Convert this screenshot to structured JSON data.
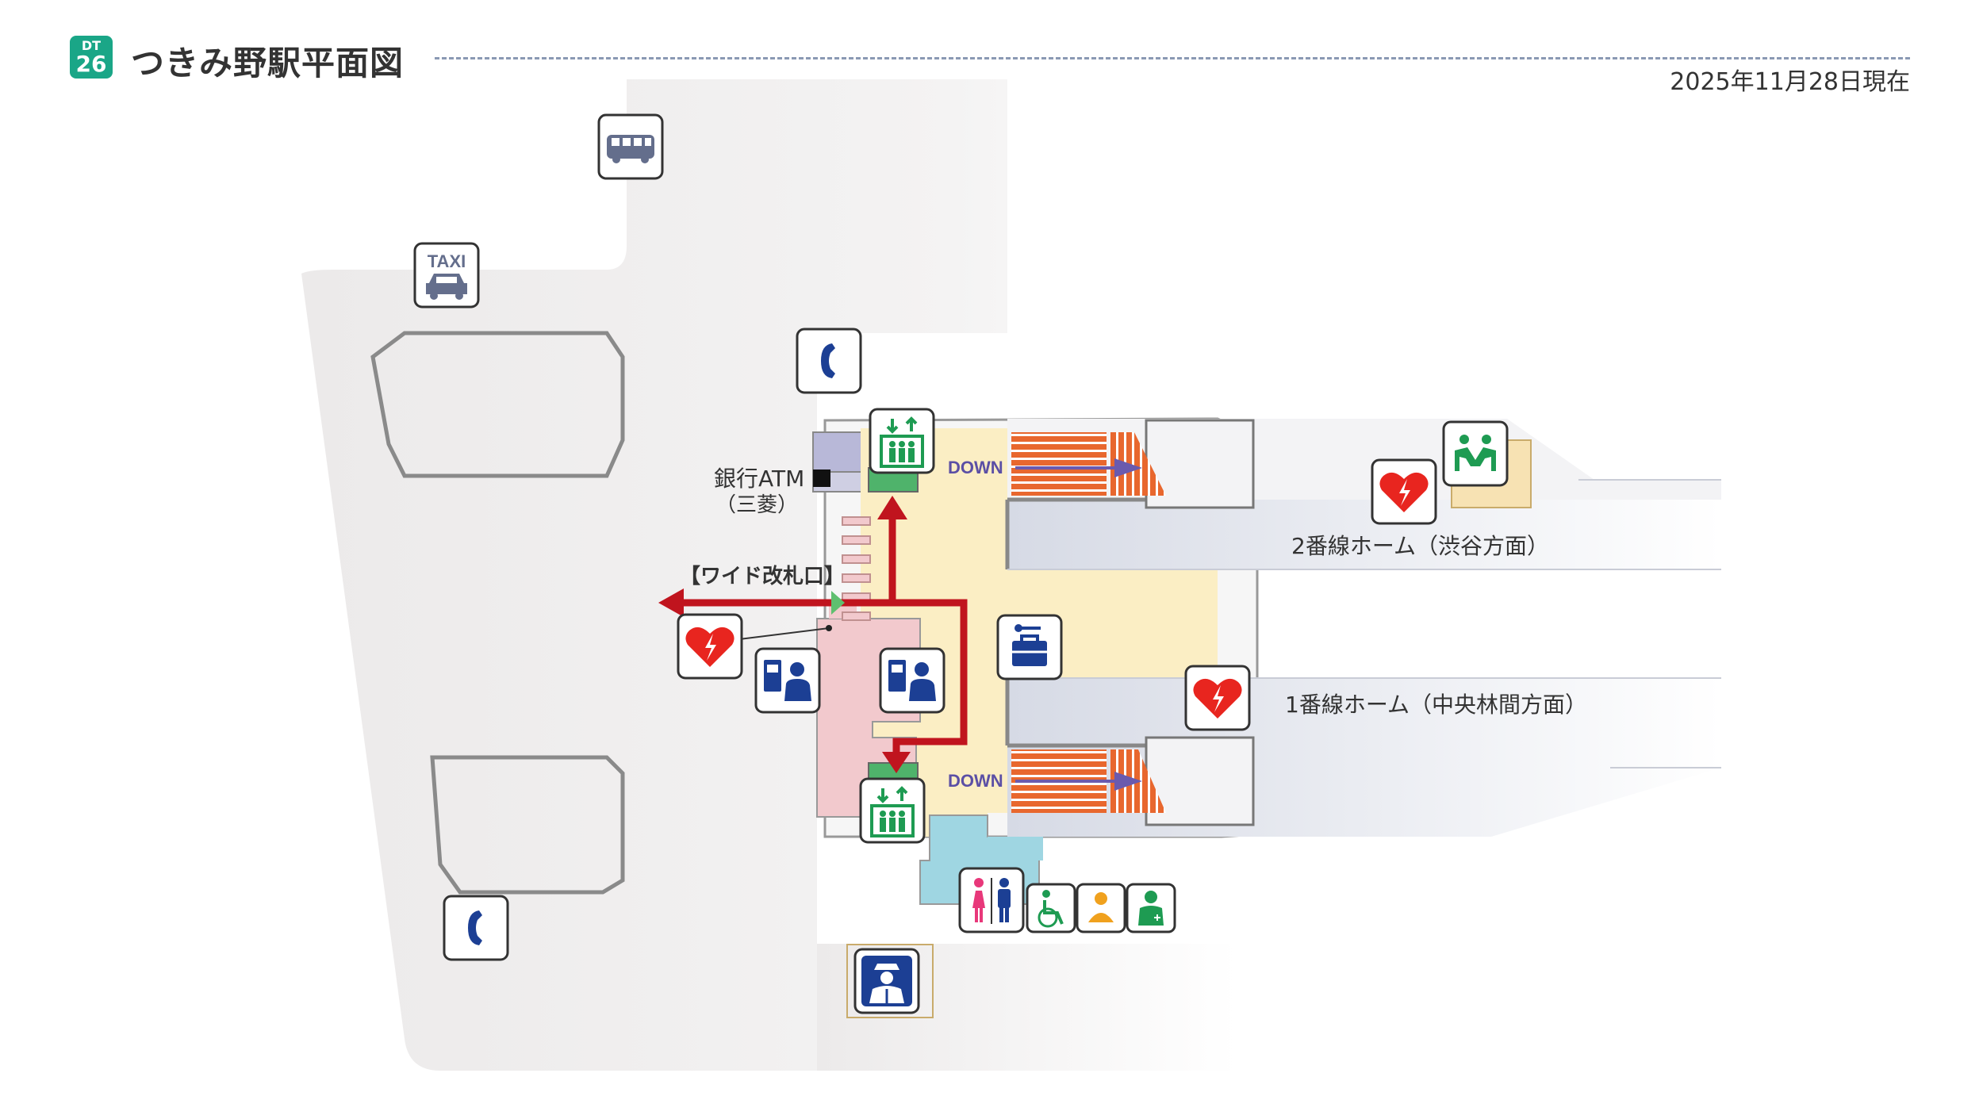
{
  "header": {
    "line_code": "DT",
    "station_number": "26",
    "title": "つきみ野駅平面図",
    "as_of_date": "2025年11月28日現在"
  },
  "labels": {
    "atm": "銀行ATM",
    "atm_bank": "（三菱）",
    "gate": "【ワイド改札口】",
    "down": "DOWN",
    "platform_2": "2番線ホーム（渋谷方面）",
    "platform_1": "1番線ホーム（中央林間方面）"
  },
  "icons": {
    "bus": "bus-stop-icon",
    "taxi": "taxi-stand-icon",
    "taxi_text": "TAXI",
    "phone": "public-phone-icon",
    "elevator": "elevator-icon",
    "aed": "aed-icon",
    "waiting": "waiting-area-icon",
    "ticket": "ticket-machine-icon",
    "locker": "coin-locker-icon",
    "toilet": "restroom-icon",
    "wheelchair": "accessible-toilet-icon",
    "baby": "baby-changing-icon",
    "ostomate": "ostomate-icon",
    "police": "police-box-icon"
  },
  "colors": {
    "line_green": "#1aa687",
    "route_red": "#c0141e",
    "concourse": "#fbeec4",
    "ticket_area": "#f2c9cd",
    "restroom": "#9fd6e2",
    "platform": "#dde1ea",
    "stairs": "#e8672e",
    "icon_blue": "#1c3f94",
    "icon_green": "#1e9b52",
    "aed_red": "#e8251f"
  }
}
